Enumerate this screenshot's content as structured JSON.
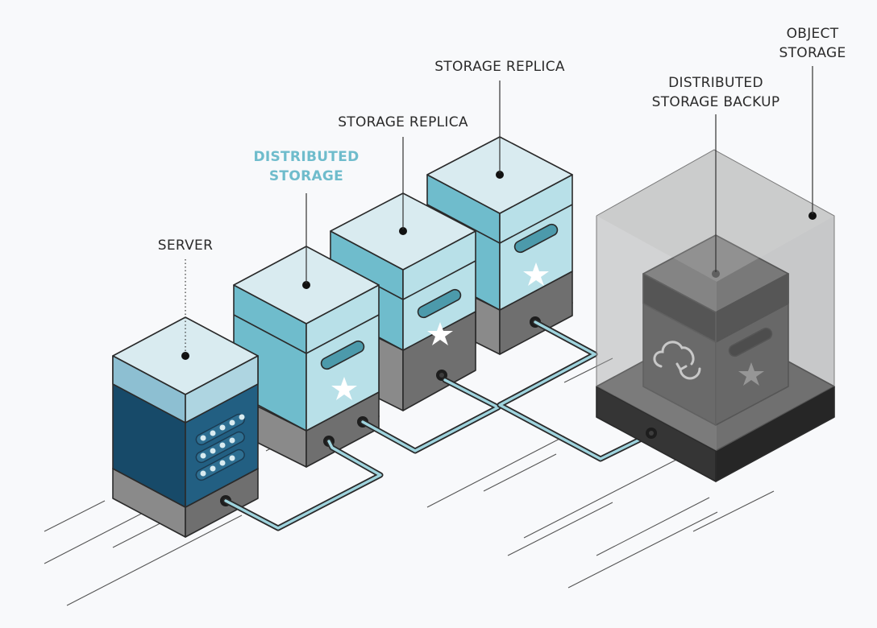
{
  "labels": {
    "server": "SERVER",
    "distributed_storage": [
      "DISTRIBUTED",
      "STORAGE"
    ],
    "storage_replica_1": "STORAGE REPLICA",
    "storage_replica_2": "STORAGE REPLICA",
    "backup": [
      "DISTRIBUTED",
      "STORAGE BACKUP"
    ],
    "object_storage": [
      "OBJECT",
      "STORAGE"
    ]
  },
  "colors": {
    "background": "#f8f9fb",
    "server_body": "#174a69",
    "server_top": "#d9ebf0",
    "storage_front": "#6fbccc",
    "storage_side": "#b8e0e8",
    "storage_top": "#d9ebf0",
    "accent_label": "#6fbccc",
    "base_gray": "#8e8e8e",
    "backup_dark": "#3b3b3b",
    "object_storage_glass": "#a3a3a3",
    "cable": "#9fd4de"
  },
  "icons": {
    "storage": "star-icon",
    "backup": "cloud-sync-icon",
    "server": "server-slots-icon",
    "port": "port-icon"
  }
}
